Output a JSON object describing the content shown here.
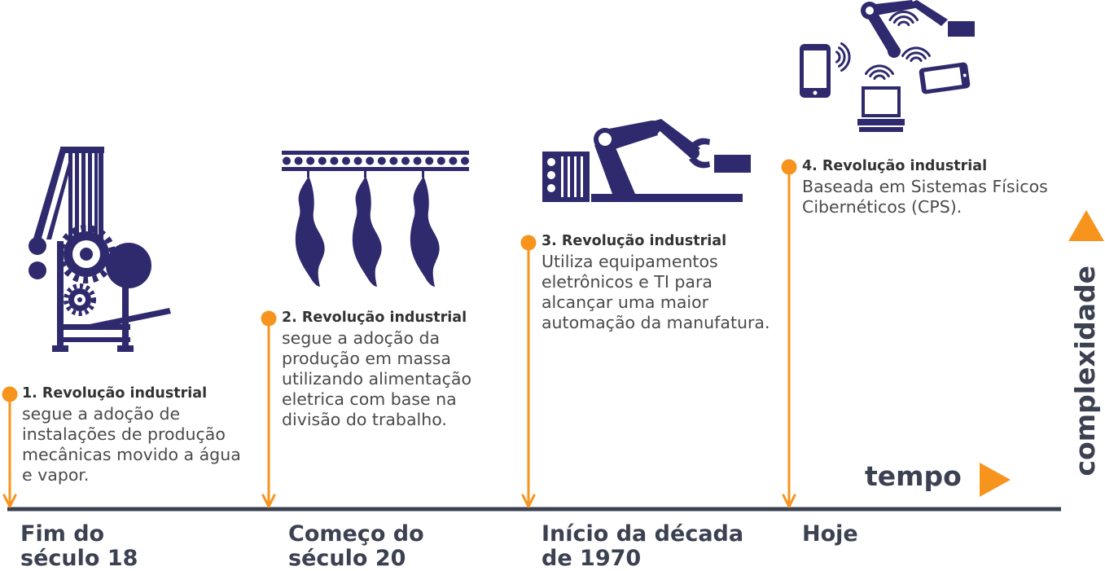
{
  "colors": {
    "navy": "#2e2a6d",
    "orange": "#f7941d",
    "axis": "#3b4151",
    "heading_text": "#333333",
    "body_text": "#4a4a4a"
  },
  "milestones": [
    {
      "title": "1. Revolução industrial",
      "lines": [
        "segue a adoção de",
        "instalações de produção",
        "mecânicas movido a água",
        "e vapor."
      ],
      "period": [
        "Fim do",
        "século 18"
      ],
      "icon": "loom-icon"
    },
    {
      "title": "2. Revolução industrial",
      "lines": [
        "segue a adoção da",
        "produção em massa",
        "utilizando alimentação",
        "eletrica com base na",
        "divisão do trabalho."
      ],
      "period": [
        "Começo do",
        "século 20"
      ],
      "icon": "conveyor-carcass-icon"
    },
    {
      "title": "3. Revolução industrial",
      "lines": [
        "Utiliza equipamentos",
        "eletrônicos e TI para",
        "alcançar uma maior",
        "automação da manufatura."
      ],
      "period": [
        "Início da década",
        "de 1970"
      ],
      "icon": "robot-arm-machine-icon"
    },
    {
      "title": "4. Revolução industrial",
      "lines": [
        "Baseada em Sistemas Físicos",
        "Cibernéticos (CPS)."
      ],
      "period": [
        "Hoje"
      ],
      "icon": "connected-devices-icon"
    }
  ],
  "axes": {
    "x_label": "tempo",
    "y_label": "complexidade",
    "x_arrow_icon": "triangle-right-icon",
    "y_arrow_icon": "triangle-up-icon"
  }
}
